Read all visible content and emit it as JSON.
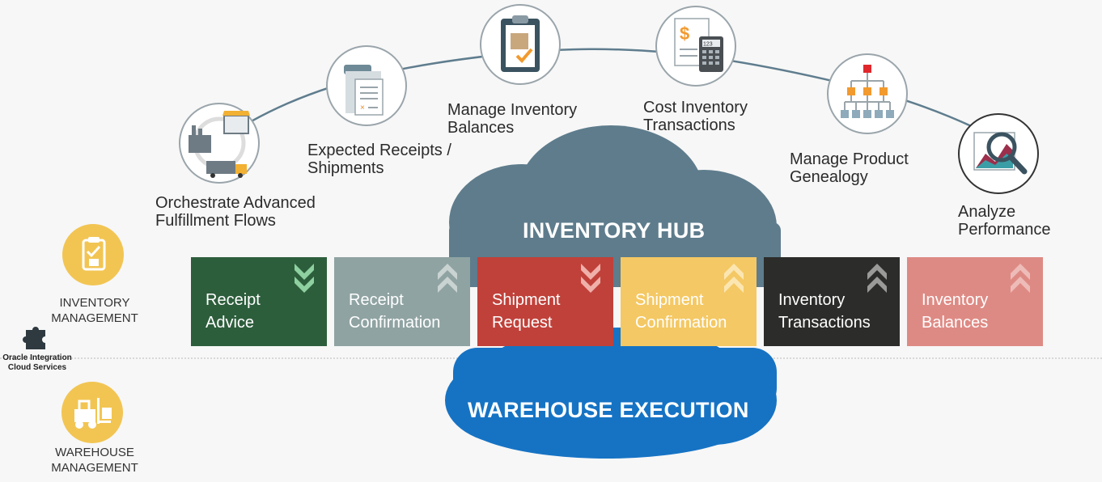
{
  "arc_labels": {
    "orchestrate": [
      "Orchestrate Advanced",
      "Fulfillment Flows"
    ],
    "expected": [
      "Expected Receipts /",
      "Shipments"
    ],
    "manage_balances": [
      "Manage Inventory",
      "Balances"
    ],
    "cost": [
      "Cost Inventory",
      "Transactions"
    ],
    "genealogy": [
      "Manage Product",
      "Genealogy"
    ],
    "analyze": [
      "Analyze",
      "Performance"
    ]
  },
  "hub_title": "INVENTORY HUB",
  "warehouse_title": "WAREHOUSE EXECUTION",
  "inventory_management": [
    "INVENTORY",
    "MANAGEMENT"
  ],
  "warehouse_management": [
    "WAREHOUSE",
    "MANAGEMENT"
  ],
  "oics": [
    "Oracle Integration",
    "Cloud Services"
  ],
  "calculator_display": "123",
  "tiles": [
    {
      "line1": "Receipt",
      "line2": "Advice",
      "bg": "#2d5e3c",
      "chevron": "down",
      "chev_color": "#8fd0a0"
    },
    {
      "line1": "Receipt",
      "line2": "Confirmation",
      "bg": "#8fa3a2",
      "chevron": "up",
      "chev_color": "#c9d3d2"
    },
    {
      "line1": "Shipment",
      "line2": "Request",
      "bg": "#c0413a",
      "chevron": "down",
      "chev_color": "#f0b0aa"
    },
    {
      "line1": "Shipment",
      "line2": "Confirmation",
      "bg": "#f4c864",
      "chevron": "up",
      "chev_color": "#fbe6b2"
    },
    {
      "line1": "Inventory",
      "line2": "Transactions",
      "bg": "#2c2c2a",
      "chevron": "up",
      "chev_color": "#9a9a98"
    },
    {
      "line1": "Inventory",
      "line2": "Balances",
      "bg": "#de8a84",
      "chevron": "up",
      "chev_color": "#eebcb8"
    }
  ],
  "colors": {
    "hub_cloud": "#5e7c8c",
    "warehouse_cloud": "#1673c4",
    "badge_yellow": "#f2c553",
    "arc_line": "#5f7d8e"
  }
}
